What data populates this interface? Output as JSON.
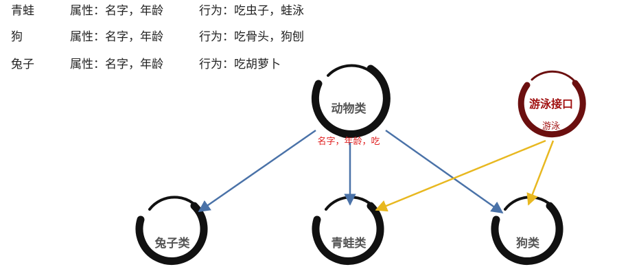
{
  "table": {
    "rows": [
      {
        "name": "青蛙",
        "attributes": "属性：名字，年龄",
        "behavior": "行为：吃虫子，蛙泳"
      },
      {
        "name": "狗",
        "attributes": "属性：名字，年龄",
        "behavior": "行为：吃骨头，狗刨"
      },
      {
        "name": "兔子",
        "attributes": "属性：名字，年龄",
        "behavior": "行为：吃胡萝卜"
      }
    ]
  },
  "diagram": {
    "animal": {
      "label": "动物类",
      "members": "名字，年龄，吃"
    },
    "interface": {
      "title": "游泳接口",
      "method": "游泳"
    },
    "rabbit": {
      "label": "兔子类"
    },
    "frog": {
      "label": "青蛙类"
    },
    "dog": {
      "label": "狗类"
    },
    "colors": {
      "brush": "#111111",
      "interface_brush": "#6b0f0f",
      "interface_text": "#a01010",
      "member_text": "#e02020",
      "inherit_arrow": "#4a72a8",
      "implement_arrow": "#e8b820",
      "node_text": "#555555"
    }
  }
}
